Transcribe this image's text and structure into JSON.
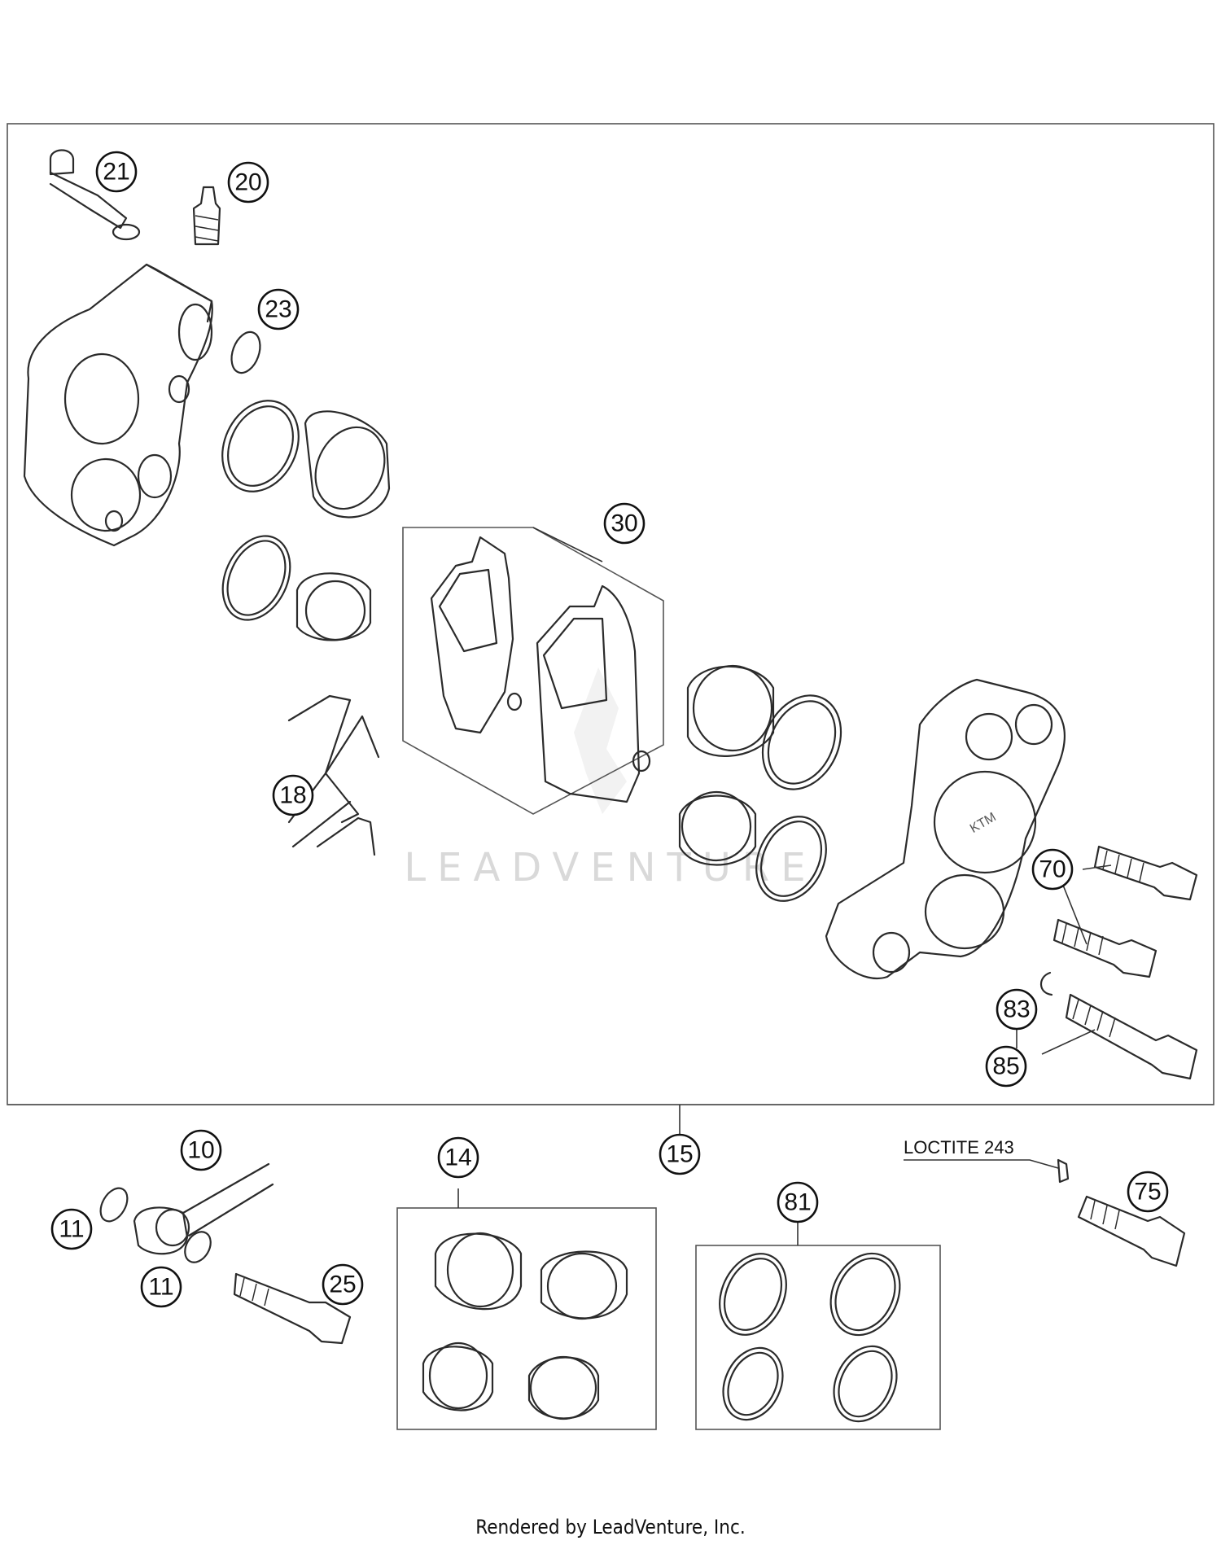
{
  "callouts": {
    "c21": "21",
    "c20": "20",
    "c23": "23",
    "c30": "30",
    "c18": "18",
    "c70": "70",
    "c83": "83",
    "c85": "85",
    "c10": "10",
    "c11a": "11",
    "c11b": "11",
    "c14": "14",
    "c15": "15",
    "c25": "25",
    "c81": "81",
    "c75": "75"
  },
  "annotation": {
    "loctite": "LOCTITE 243"
  },
  "pad_marking": "KTM",
  "watermark": "LEADVENTURE",
  "footer": "Rendered by LeadVenture, Inc."
}
